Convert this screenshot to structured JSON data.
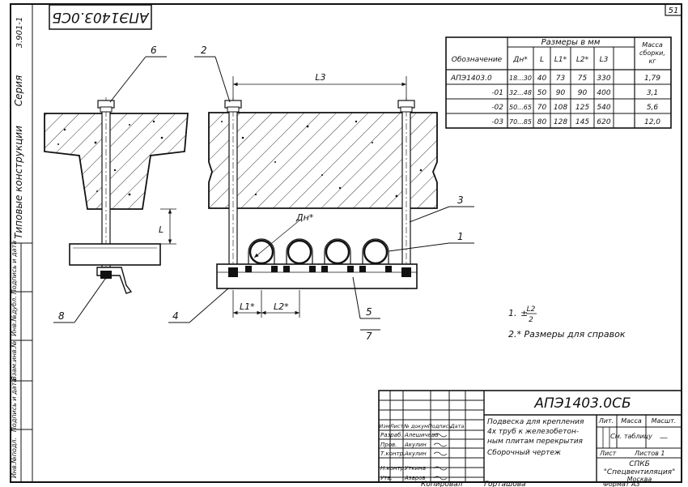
{
  "sheet": {
    "page_number": "51",
    "stamp_top": "АПЭ1403.0СБ",
    "side_series_label": "Серия",
    "side_series_value": "3.901-1",
    "side_title": "Типовые конструкции",
    "side_columns": [
      "Инв.№подл.",
      "Подпись и дата",
      "Взам.инв.№",
      "Инв.№дубл.",
      "Подпись и дата"
    ]
  },
  "drawing": {
    "callouts": [
      "6",
      "2",
      "3",
      "1",
      "4",
      "5",
      "7",
      "8"
    ],
    "dim_l3": "L3",
    "dim_l": "L",
    "dim_l1": "L1*",
    "dim_l2": "L2*",
    "dim_dn": "Дн*",
    "note1_prefix": "1.",
    "note1_pm": "±",
    "note1_num": "L2",
    "note1_den": "2",
    "note2": "2.* Размеры для справок"
  },
  "spec_table": {
    "header_designation": "Обозначение",
    "header_group": "Размеры в мм",
    "header_mass": [
      "Масса",
      "сборки,",
      "кг"
    ],
    "columns": [
      "Дн*",
      "L",
      "L1*",
      "L2*",
      "L3"
    ],
    "rows": [
      {
        "designation": "АПЭ1403.0",
        "dn": "18...30",
        "l": "40",
        "l1": "73",
        "l2": "75",
        "l3": "330",
        "mass": "1,79"
      },
      {
        "designation": "-01",
        "dn": "32...48",
        "l": "50",
        "l1": "90",
        "l2": "90",
        "l3": "400",
        "mass": "3,1"
      },
      {
        "designation": "-02",
        "dn": "50...65",
        "l": "70",
        "l1": "108",
        "l2": "125",
        "l3": "540",
        "mass": "5,6"
      },
      {
        "designation": "-03",
        "dn": "70...85",
        "l": "80",
        "l1": "128",
        "l2": "145",
        "l3": "620",
        "mass": "12,0"
      }
    ]
  },
  "title_block": {
    "code": "АПЭ1403.0СБ",
    "title_lines": [
      "Подвеска для крепления",
      "4х труб к железобетон-",
      "ным плитам перекрытия",
      "Сборочный чертеж"
    ],
    "col_headers": [
      "Изм",
      "Лист",
      "№ докум.",
      "Подпись",
      "Дата"
    ],
    "roles": [
      {
        "role": "Разраб.",
        "name": "Алешичева"
      },
      {
        "role": "Пров.",
        "name": "Акулин"
      },
      {
        "role": "Т.контр.",
        "name": "Акулин"
      },
      {
        "role": "Н.контр.",
        "name": "Уткина"
      },
      {
        "role": "Утв.",
        "name": "Азаров"
      }
    ],
    "lit_label": "Лит.",
    "mass_label": "Масса",
    "scale_label": "Масшт.",
    "mass_value": "См. таблицу",
    "scale_value": "—",
    "sheet_label": "Лист",
    "sheets_label": "Листов 1",
    "org_lines": [
      "СПКБ",
      "\"Спецвентиляция\"",
      "Москва"
    ],
    "copied_label": "Копировал",
    "copied_name": "Горташова",
    "format_label": "Формат А3"
  }
}
